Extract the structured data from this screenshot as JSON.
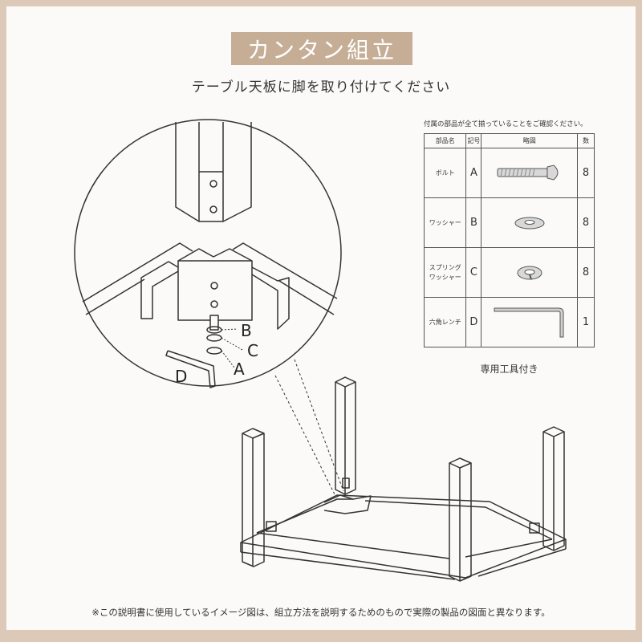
{
  "title": "カンタン組立",
  "subtitle": "テーブル天板に脚を取り付けてください",
  "parts_note": "付属の部品が全て揃っていることをご確認ください。",
  "table": {
    "headers": [
      "部品名",
      "記号",
      "略図",
      "数"
    ],
    "rows": [
      {
        "name": "ボルト",
        "code": "A",
        "icon": "bolt-icon",
        "qty": "8"
      },
      {
        "name": "ワッシャー",
        "code": "B",
        "icon": "washer-icon",
        "qty": "8"
      },
      {
        "name": "スプリング\nワッシャー",
        "code": "C",
        "icon": "spring-washer-icon",
        "qty": "8"
      },
      {
        "name": "六角レンチ",
        "code": "D",
        "icon": "hex-wrench-icon",
        "qty": "1"
      }
    ]
  },
  "tool_note": "専用工具付き",
  "labels": {
    "a": "A",
    "b": "B",
    "c": "C",
    "d": "D"
  },
  "disclaimer": "※この説明書に使用しているイメージ図は、組立方法を説明するためのもので実際の製品の図面と異なります。",
  "colors": {
    "border": "#dcc9b8",
    "title_bg": "#c6ae96",
    "line": "#333333"
  }
}
